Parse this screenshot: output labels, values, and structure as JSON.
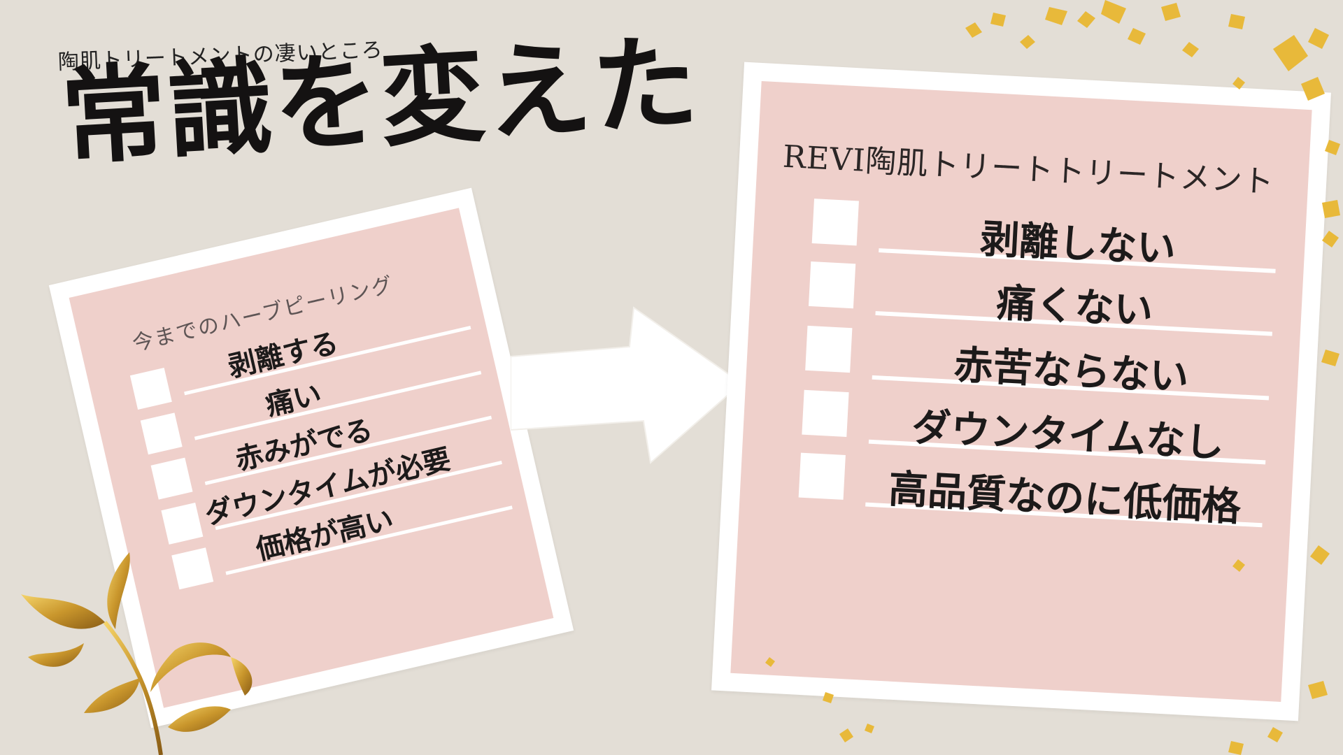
{
  "header": {
    "eyebrow": "陶肌トリートメントの凄いところ",
    "headline": "常識を変えた"
  },
  "before_card": {
    "title": "今までのハーブピーリング",
    "items": [
      {
        "label": "剥離する"
      },
      {
        "label": "痛い"
      },
      {
        "label": "赤みがでる"
      },
      {
        "label": "ダウンタイムが必要"
      },
      {
        "label": "価格が高い"
      }
    ]
  },
  "after_card": {
    "title": "REVI陶肌トリートトリートメント",
    "items": [
      {
        "label": "剥離しない"
      },
      {
        "label": "痛くない"
      },
      {
        "label": "赤苦ならない"
      },
      {
        "label": "ダウンタイムなし"
      },
      {
        "label": "高品質なのに低価格"
      }
    ]
  },
  "icons": {
    "arrow": "arrow-right-icon",
    "leaves": "gold-leaves-icon",
    "confetti": "gold-confetti-icon"
  },
  "colors": {
    "background": "#e3ded6",
    "card_pink": "#efd0cb",
    "card_frame": "#ffffff",
    "text": "#1c1a1a",
    "gold": "#e8b93a"
  }
}
